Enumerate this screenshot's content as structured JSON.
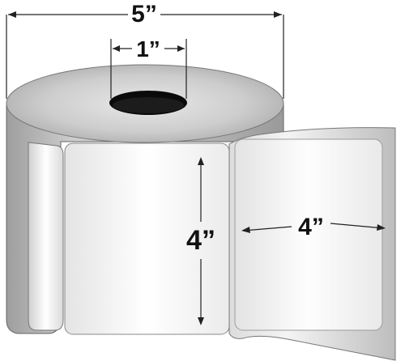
{
  "dimensions": {
    "roll_width": "5”",
    "core_diameter": "1”",
    "label_height": "4”",
    "label_width": "4”"
  },
  "colors": {
    "roll_side": "#bdbdbd",
    "roll_top": "#d4d4d4",
    "label_face": "#f6f6f6",
    "line": "#222222",
    "core_hole": "#0a0a0a"
  }
}
